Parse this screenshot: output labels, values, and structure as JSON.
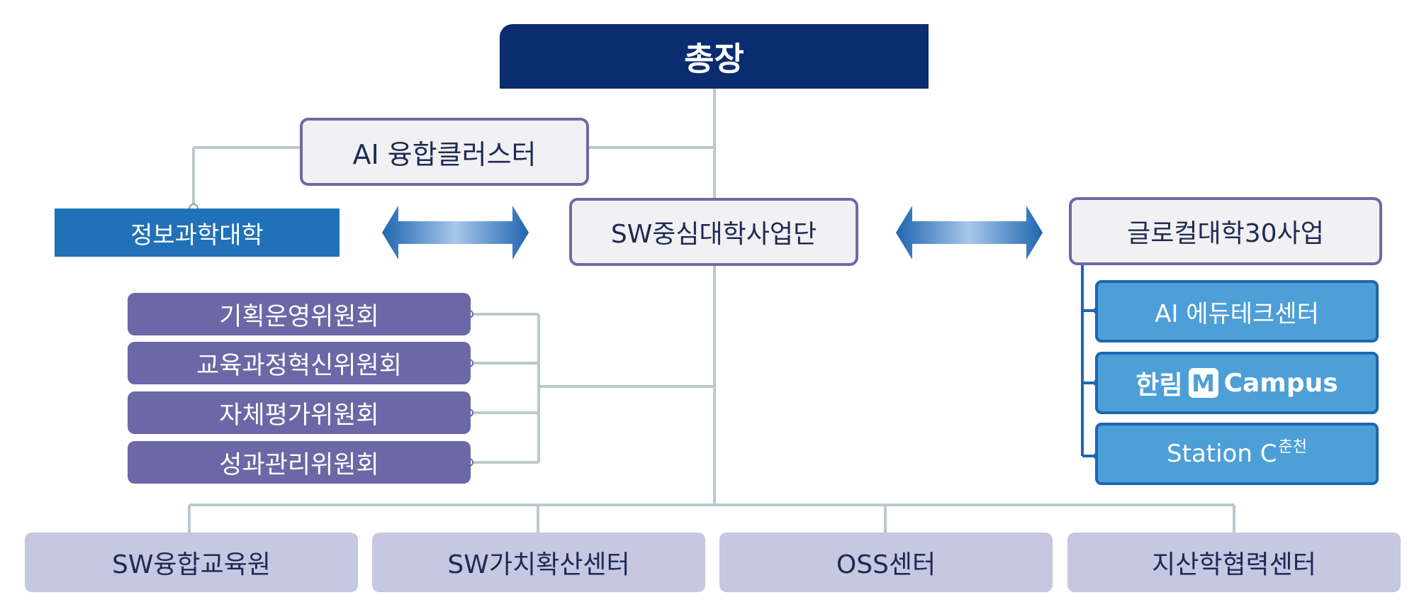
{
  "president": "총장",
  "ai_cluster": "AI 융합클러스터",
  "college": "정보과학대학",
  "sw_center": "SW중심대학사업단",
  "glocal": "글로컬대학30사업",
  "committees": [
    "기획운영위원회",
    "교육과정혁신위원회",
    "자체평가위원회",
    "성과관리위원회"
  ],
  "affiliates": {
    "edutech": "AI 에듀테크센터",
    "hallym_pre": "한림",
    "hallym_m": "M",
    "hallym_post": "Campus",
    "station": "Station C",
    "station_sup": "춘천"
  },
  "bottom_units": [
    "SW융합교육원",
    "SW가치확산센터",
    "OSS센터",
    "지산학협력센터"
  ],
  "colors": {
    "navy": "#0b2c6e",
    "purple": "#6c67a6",
    "blue": "#2171b8",
    "sky": "#4d9fd8",
    "lavender": "#c6c7e0",
    "line": "#b9c9cf"
  }
}
